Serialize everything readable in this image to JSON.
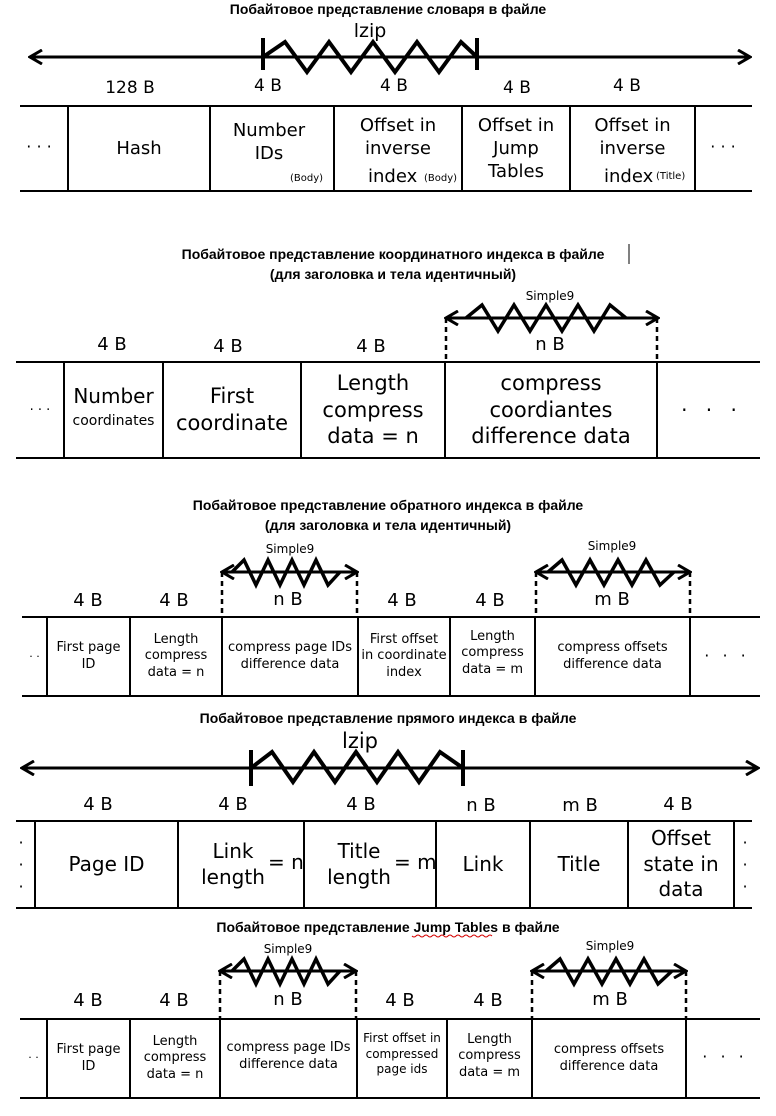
{
  "colors": {
    "line": "#000000",
    "background": "#ffffff",
    "spellcheck_underline": "#d40000"
  },
  "s1": {
    "title": "Побайтовое представление словаря в файле",
    "arrow_label": "lzip",
    "sizes": [
      "128 B",
      "4 B",
      "4 B",
      "4 B",
      "4 B"
    ],
    "cells": {
      "hash": "Hash",
      "number_ids": "Number\nIDs",
      "number_ids_note": "(Body)",
      "offset_inverse_body": "Offset in\ninverse",
      "offset_inverse_body_last": "index",
      "offset_inverse_body_note": "(Body)",
      "offset_jump": "Offset in\nJump\nTables",
      "offset_inverse_title": "Offset in\ninverse",
      "offset_inverse_title_last": "index",
      "offset_inverse_title_note": "(Title)"
    },
    "ellipsis_left": "· · ·",
    "ellipsis_right": "· · ·"
  },
  "s2": {
    "title_line1": "Побайтовое представление координатного индекса в файле",
    "title_line2": "(для заголовка и тела идентичный)",
    "arrow_label": "Simple9",
    "sizes": [
      "4 B",
      "4 B",
      "4 B",
      "n B"
    ],
    "cells": {
      "number_coords_1": "Number",
      "number_coords_2": "coordinates",
      "first_coordinate": "First\ncoordinate",
      "length_compress": "Length\ncompress\ndata = n",
      "compress_coords": "compress\ncoordiantes\ndifference data"
    },
    "ellipsis_left": "· · ·",
    "ellipsis_right": "·  ·  ·"
  },
  "s3": {
    "title_line1": "Побайтовое представление обратного индекса в файле",
    "title_line2": "(для заголовка и тела идентичный)",
    "arrow_label_1": "Simple9",
    "arrow_label_2": "Simple9",
    "sizes": [
      "4 B",
      "4 B",
      "n B",
      "4 B",
      "4 B",
      "m B"
    ],
    "cells": {
      "first_page_id": "First page\nID",
      "length_compress_n": "Length\ncompress\ndata = n",
      "compress_page_ids": "compress page IDs\ndifference data",
      "first_offset": "First offset\nin coordinate\nindex",
      "length_compress_m": "Length\ncompress\ndata = m",
      "compress_offsets": "compress offsets\ndifference data"
    },
    "ellipsis_left": "· ·",
    "ellipsis_right": "·  ·  ·"
  },
  "s4": {
    "title": "Побайтовое представление прямого индекса в файле",
    "arrow_label": "lzip",
    "sizes": [
      "4 B",
      "4 B",
      "4 B",
      "n B",
      "m B",
      "4 B"
    ],
    "cells": {
      "page_id": "Page ID",
      "link_length": "Link\nlength",
      "link_eq": "= n",
      "title_length": "Title\nlength",
      "title_eq": "= m",
      "link": "Link",
      "title": "Title",
      "offset_state": "Offset\nstate in\ndata"
    },
    "vdot": "·"
  },
  "s5": {
    "title": "Побайтовое представление Jump Tables в файле",
    "arrow_label_1": "Simple9",
    "arrow_label_2": "Simple9",
    "sizes": [
      "4 B",
      "4 B",
      "n B",
      "4 B",
      "4 B",
      "m B"
    ],
    "cells": {
      "first_page_id": "First page\nID",
      "length_compress_n": "Length\ncompress\ndata = n",
      "compress_page_ids": "compress page IDs\ndifference data",
      "first_offset": "First offset in\ncompressed\npage ids",
      "length_compress_m": "Length\ncompress\ndata = m",
      "compress_offsets": "compress offsets\ndifference data"
    },
    "ellipsis_left": "· ·",
    "ellipsis_right": "·  ·  ·"
  }
}
